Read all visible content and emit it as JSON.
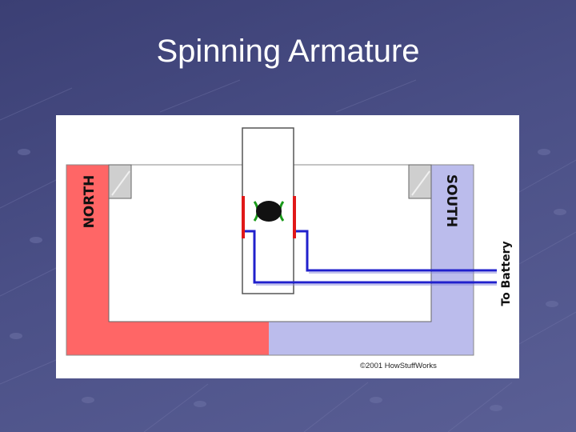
{
  "slide": {
    "title": "Spinning Armature"
  },
  "diagram": {
    "north_label": "NORTH",
    "south_label": "SOUTH",
    "battery_label": "To Battery",
    "copyright": "©2001 HowStuffWorks",
    "colors": {
      "north_pole": "#ff6666",
      "south_pole": "#bbbcec",
      "wire": "#2020cc",
      "brush": "#e01818",
      "field_arc": "#1a9a1a",
      "armature_core": "#111111",
      "pole_tip": "#cfcfcf"
    }
  }
}
